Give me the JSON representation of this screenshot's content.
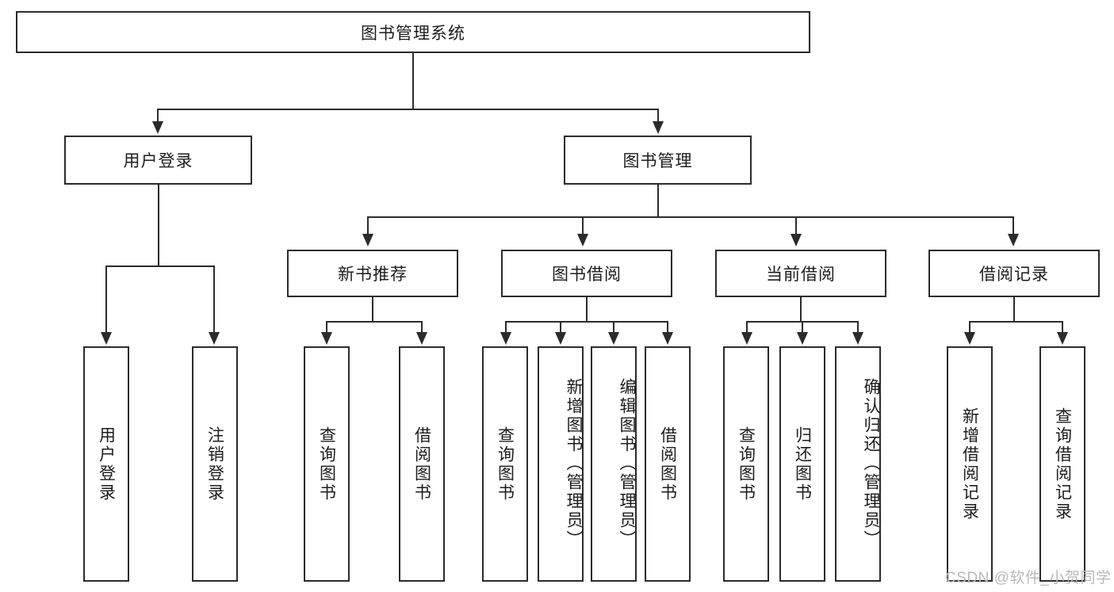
{
  "diagram": {
    "title": "图书管理系统",
    "type": "tree",
    "root": {
      "label": "图书管理系统"
    },
    "level2": [
      {
        "label": "用户登录"
      },
      {
        "label": "图书管理"
      }
    ],
    "level3": [
      {
        "label": "新书推荐"
      },
      {
        "label": "图书借阅"
      },
      {
        "label": "当前借阅"
      },
      {
        "label": "借阅记录"
      }
    ],
    "leaves": {
      "user_login": [
        {
          "label": "用户登录"
        },
        {
          "label": "注销登录"
        }
      ],
      "new_book_recommend": [
        {
          "label": "查询图书"
        },
        {
          "label": "借阅图书"
        }
      ],
      "book_borrow": [
        {
          "label": "查询图书"
        },
        {
          "label": "新增图书（管理员）"
        },
        {
          "label": "编辑图书（管理员）"
        },
        {
          "label": "借阅图书"
        }
      ],
      "current_borrow": [
        {
          "label": "查询图书"
        },
        {
          "label": "归还图书"
        },
        {
          "label": "确认归还（管理员）"
        }
      ],
      "borrow_record": [
        {
          "label": "新增借阅记录"
        },
        {
          "label": "查询借阅记录"
        }
      ]
    }
  },
  "watermark": {
    "text": "CSDN @软件_小贺同学"
  },
  "colors": {
    "stroke": "#2b2b2b",
    "fill": "#ffffff",
    "text": "#1c1c1c",
    "watermark": "#b9b9b9"
  }
}
